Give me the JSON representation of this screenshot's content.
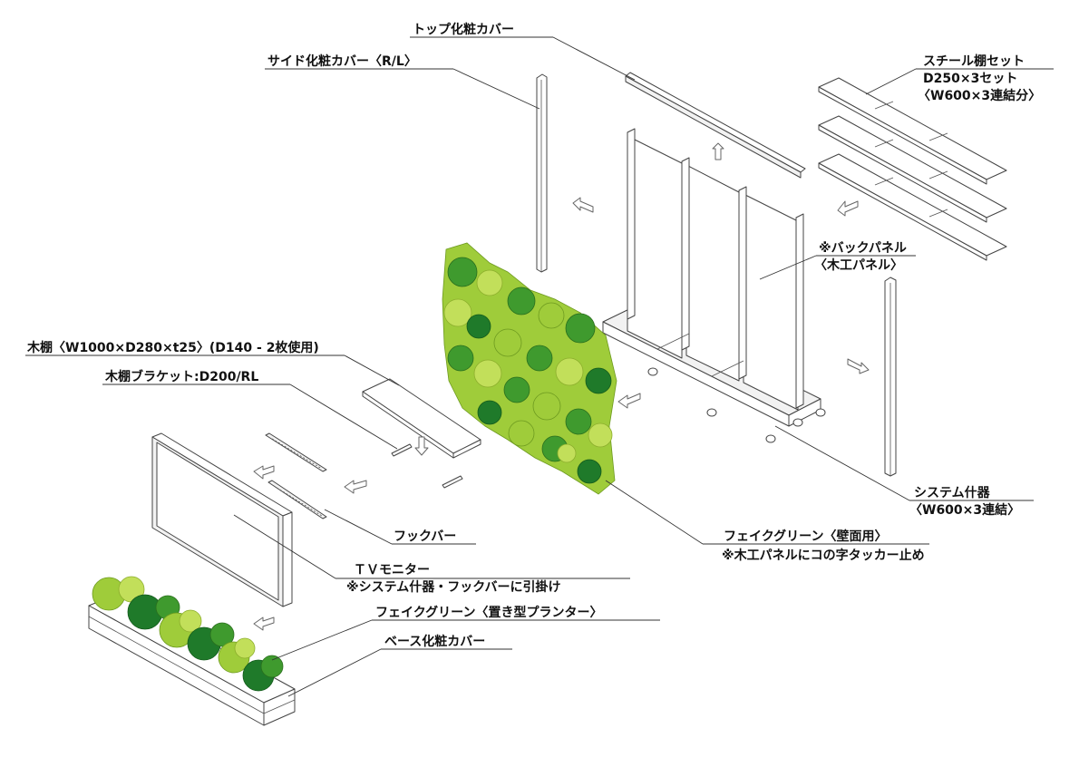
{
  "labels": {
    "top_cover": "トップ化粧カバー",
    "side_cover": "サイド化粧カバー〈R/L〉",
    "steel_shelf_1": "スチール棚セット",
    "steel_shelf_2": "D250×3セット",
    "steel_shelf_3": "〈W600×3連結分〉",
    "back_panel_1": "※バックパネル",
    "back_panel_2": "〈木工パネル〉",
    "wood_shelf": "木棚〈W1000×D280×t25〉(D140 - 2枚使用)",
    "wood_bracket": "木棚ブラケット:D200/RL",
    "system_fixture_1": "システム什器",
    "system_fixture_2": "〈W600×3連結〉",
    "fake_green_wall_1": "フェイクグリーン〈壁面用〉",
    "fake_green_wall_2": "※木工パネルにコの字タッカー止め",
    "hook_bar": "フックバー",
    "tv_monitor_1": "ＴＶモニター",
    "tv_monitor_2": "※システム什器・フックバーに引掛け",
    "fake_green_planter": "フェイクグリーン〈置き型プランター〉",
    "base_cover": "ベース化粧カバー"
  },
  "colors": {
    "leaf_light": "#9fcc3a",
    "leaf_dark": "#3f9a2e",
    "line": "#333333"
  },
  "icons": [
    "assembly-direction-arrow-icon"
  ]
}
